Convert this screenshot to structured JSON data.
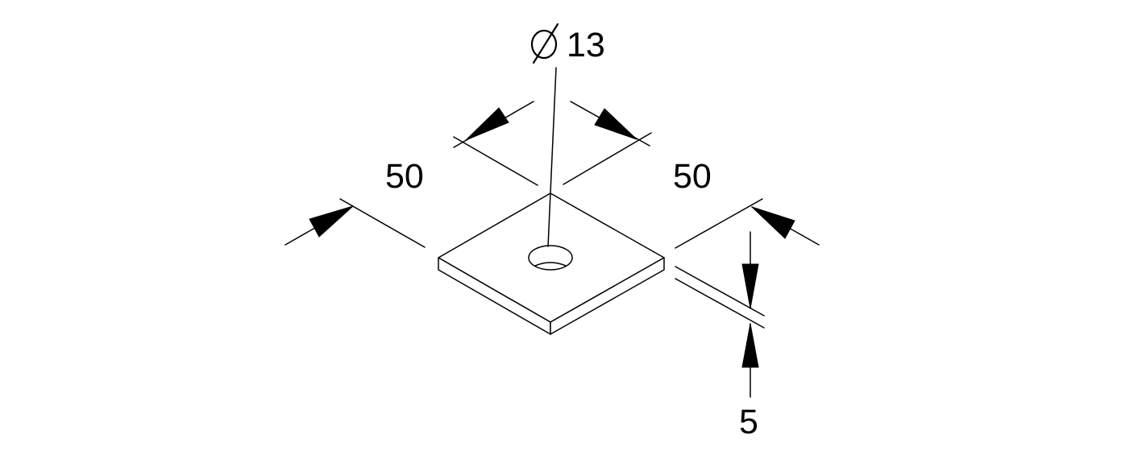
{
  "dimensions": {
    "hole_diameter": "13",
    "diameter_symbol": "⌀",
    "width_left": "50",
    "width_right": "50",
    "thickness": "5"
  },
  "colors": {
    "line": "#000000",
    "background": "#ffffff"
  }
}
